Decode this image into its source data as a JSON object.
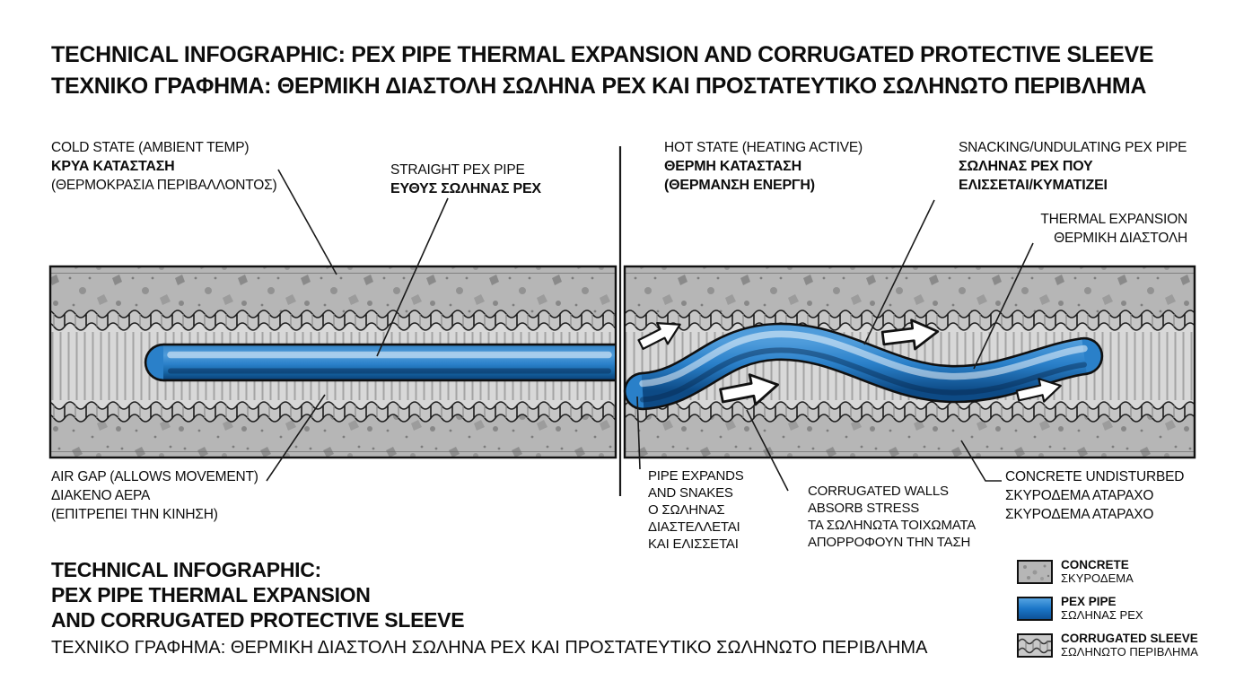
{
  "header": {
    "title_en": "TECHNICAL INFOGRAPHIC: PEX PIPE THERMAL EXPANSION AND CORRUGATED PROTECTIVE SLEEVE",
    "title_el": "ΤΕΧΝΙΚΟ ΓΡΑΦΗΜΑ: ΘΕΡΜΙΚΗ ΔΙΑΣΤΟΛΗ ΣΩΛΗΝΑ PEX ΚΑΙ ΠΡΟΣΤΑΤΕΥΤΙΚΟ ΣΩΛΗΝΩΤΟ ΠΕΡΙΒΛΗΜΑ"
  },
  "callouts": {
    "cold_state": {
      "en": "COLD STATE (AMBIENT TEMP)",
      "el1": "ΚΡΥΑ ΚΑΤΑΣΤΑΣΗ",
      "el2": "(ΘΕΡΜΟΚΡΑΣΙΑ ΠΕΡΙΒΑΛΛΟΝΤΟΣ)"
    },
    "straight_pipe": {
      "en": "STRAIGHT PEX PIPE",
      "el1": "ΕΥΘΥΣ ΣΩΛΗΝΑΣ PEX"
    },
    "hot_state": {
      "en": "HOT STATE (HEATING ACTIVE)",
      "el1": "ΘΕΡΜΗ ΚΑΤΑΣΤΑΣΗ",
      "el2": "(ΘΕΡΜΑΝΣΗ ΕΝΕΡΓΗ)"
    },
    "snaking_pipe": {
      "en": "SNACKING/UNDULATING PEX PIPE",
      "el1": "ΣΩΛΗΝΑΣ PEX ΠΟΥ",
      "el2": "ΕΛΙΣΣΕΤΑΙ/ΚΥΜΑΤΙΖΕΙ"
    },
    "thermal_expansion": {
      "en": "THERMAL EXPANSION",
      "el1": "ΘΕΡΜΙΚΗ ΔΙΑΣΤΟΛΗ"
    },
    "air_gap": {
      "en": "AIR GAP (ALLOWS MOVEMENT)",
      "el1": "ΔΙΑΚΕΝΟ ΑΕΡΑ",
      "el2": "(ΕΠΙΤΡΕΠΕΙ ΤΗΝ ΚΙΝΗΣΗ)"
    },
    "pipe_expands": {
      "en1": "PIPE EXPANDS",
      "en2": "AND SNAKES",
      "el1": "Ο ΣΩΛΗΝΑΣ",
      "el2": "ΔΙΑΣΤΕΛΛΕΤΑΙ",
      "el3": "ΚΑΙ ΕΛΙΣΣΕΤΑΙ"
    },
    "corrugated_walls": {
      "en1": "CORRUGATED WALLS",
      "en2": "ABSORB STRESS",
      "el1": "ΤΑ ΣΩΛΗΝΩΤΑ ΤΟΙΧΩΜΑΤΑ",
      "el2": "ΑΠΟΡΡΟΦΟΥΝ ΤΗΝ ΤΑΣΗ"
    },
    "concrete_undisturbed": {
      "en": "CONCRETE UNDISTURBED",
      "el1": "ΣΚΥΡΟΔΕΜΑ ΑΤΑΡΑΧΟ",
      "el2": "ΣΚΥΡΟΔΕΜΑ ΑΤΑΡΑΧΟ"
    }
  },
  "footer": {
    "line1": "TECHNICAL INFOGRAPHIC:",
    "line2": "PEX PIPE THERMAL EXPANSION",
    "line3": "AND CORRUGATED PROTECTIVE SLEEVE",
    "line_el": "ΤΕΧΝΙΚΟ ΓΡΑΦΗΜΑ: ΘΕΡΜΙΚΗ ΔΙΑΣΤΟΛΗ ΣΩΛΗΝΑ PEX ΚΑΙ ΠΡΟΣΤΑΤΕΥΤΙΚΟ ΣΩΛΗΝΩΤΟ ΠΕΡΙΒΛΗΜΑ"
  },
  "legend": {
    "items": [
      {
        "key": "concrete",
        "en": "CONCRETE",
        "el": "ΣΚΥΡΟΔΕΜΑ"
      },
      {
        "key": "pex-pipe",
        "en": "PEX PIPE",
        "el": "ΣΩΛΗΝΑΣ PEX"
      },
      {
        "key": "corrugated-sleeve",
        "en": "CORRUGATED SLEEVE",
        "el": "ΣΩΛΗΝΩΤΟ ΠΕΡΙΒΛΗΜΑ"
      }
    ]
  },
  "colors": {
    "pex_blue": "#2a80c9",
    "concrete_gray": "#b6b6b6",
    "sleeve_gray": "#c6c6c6",
    "outline": "#111111",
    "background": "#ffffff"
  }
}
